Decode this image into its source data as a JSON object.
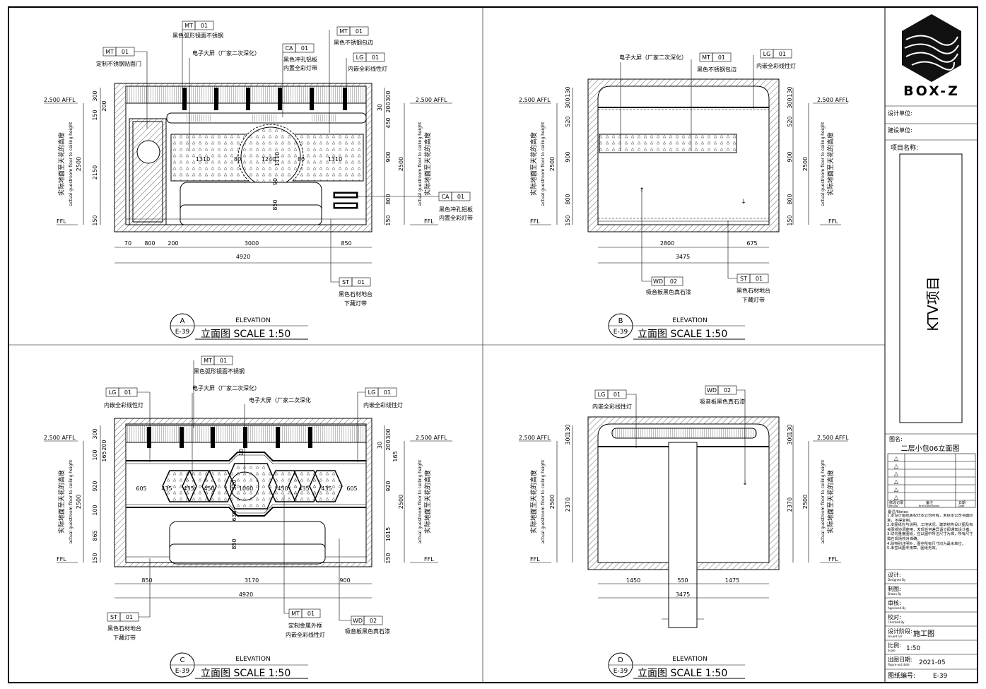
{
  "title_block": {
    "logo_text": "BOX-Z",
    "design_unit_label": "设计单位:",
    "client_label": "建设单位:",
    "project_name_label": "项目名称:",
    "project_name": "KTV项目",
    "drawing_name_label": "图名:",
    "drawing_name": "二层小包06立面图",
    "revision_cols": [
      "修改记录",
      "备注",
      "日期"
    ],
    "revision_cols_en": [
      "Rev.No.",
      "Brief Description",
      "Date"
    ],
    "notes_title": "备注/Notes",
    "notes": [
      "1.本设计图纸版权归本公司所有，未经本公司书面同意，不得复制。",
      "2.本图纸应与说明，工地状况，建筑结构设计图及有关图纸协调使用，发现任何差异请立即通知设计者。",
      "3.切勿量度图纸，应以图中所注尺寸为准，所有尺寸需在现场校对准确。",
      "4.除特别注明外，图中所有尺寸均为毫米单位。",
      "5.未签出图专用章，图纸无效。"
    ],
    "designed_label": "设计:",
    "designed_en": "Designed By",
    "drawn_label": "制图:",
    "drawn_en": "Drawn By",
    "approved_label": "审核:",
    "approved_en": "Approved By",
    "checked_label": "校对:",
    "checked_en": "Checked By",
    "stage_label": "设计阶段:",
    "stage_en": "Issued For",
    "stage_value": "施工图",
    "scale_label": "比例:",
    "scale_en": "Scale",
    "scale_value": "1:50",
    "date_label": "出图日期:",
    "date_en": "Figure-out date",
    "date_value": "2021-05",
    "sheet_no_label": "图纸编号:",
    "sheet_no_value": "E-39"
  },
  "common": {
    "afl": "2.500 AFFL",
    "ffl": "FFL",
    "side_cn": "实际地面至天花的高度",
    "side_en": "actual guestroom floor to ceiling height",
    "elev_word": "ELEVATION",
    "elev_caption": "立面图  SCALE 1:50",
    "sheet_ref": "E-39"
  },
  "panels": {
    "A": {
      "letter": "A",
      "tags": [
        {
          "code": "MT",
          "num": "01",
          "text": "黑色弧形镜面不锈钢"
        },
        {
          "code": "MT",
          "num": "01",
          "text": "定制不锈钢贴面门"
        },
        {
          "code": "CA",
          "num": "01",
          "text": "黑色冲孔铝板",
          "text2": "内置全彩灯带"
        },
        {
          "code": "MT",
          "num": "01",
          "text": "黑色不锈钢包边"
        },
        {
          "code": "LG",
          "num": "01",
          "text": "内嵌全彩线性灯"
        },
        {
          "code": "CA",
          "num": "01",
          "text": "黑色冲孔铝板",
          "text2": "内置全彩灯带"
        },
        {
          "code": "ST",
          "num": "01",
          "text": "黑色石材地台",
          "text2": "下藏灯带"
        }
      ],
      "screen_note": "电子大屏（厂家二次深化）",
      "left_dims": [
        "300",
        "150",
        "2150",
        "150"
      ],
      "left_total": "2500",
      "left_small": "200",
      "right_dims": [
        "300",
        "200",
        "450",
        "900",
        "800",
        "150"
      ],
      "right_small": "30",
      "right_total": "2500",
      "bottom_dims": [
        "70",
        "800",
        "200",
        "3000",
        "850"
      ],
      "bottom_total": "4920",
      "inner_dims": [
        "1310",
        "80",
        "1240",
        "80",
        "1310",
        "1110",
        "850",
        "90"
      ]
    },
    "B": {
      "letter": "B",
      "tags": [
        {
          "code": "MT",
          "num": "01",
          "text": "黑色不锈钢包边"
        },
        {
          "code": "LG",
          "num": "01",
          "text": "内嵌全彩线性灯"
        },
        {
          "code": "WD",
          "num": "02",
          "text": "吸音板黑色真石漆"
        },
        {
          "code": "ST",
          "num": "01",
          "text": "黑色石材地台",
          "text2": "下藏灯带"
        }
      ],
      "screen_note": "电子大屏（厂家二次深化）",
      "left_dims": [
        "130",
        "300",
        "520",
        "900",
        "800",
        "150"
      ],
      "left_total": "2500",
      "right_dims": [
        "130",
        "300",
        "520",
        "900",
        "800",
        "150"
      ],
      "right_total": "2500",
      "bottom_dims": [
        "2800",
        "675"
      ],
      "bottom_total": "3475"
    },
    "C": {
      "letter": "C",
      "tags": [
        {
          "code": "MT",
          "num": "01",
          "text": "黑色弧形镜面不锈钢"
        },
        {
          "code": "LG",
          "num": "01",
          "text": "内嵌全彩线性灯"
        },
        {
          "code": "LG",
          "num": "01",
          "text": "内嵌全彩线性灯"
        },
        {
          "code": "ST",
          "num": "01",
          "text": "黑色石材地台",
          "text2": "下藏灯带"
        },
        {
          "code": "MT",
          "num": "01",
          "text": "定制金属外框",
          "text2": "内嵌全彩线性灯"
        },
        {
          "code": "WD",
          "num": "02",
          "text": "吸音板黑色真石漆"
        }
      ],
      "screen_note": "电子大屏（厂家二次深化）",
      "screen_note2": "电子大屏（厂家二次深化",
      "left_dims": [
        "300",
        "100",
        "165",
        "920",
        "100",
        "865",
        "150"
      ],
      "left_small": "200",
      "left_total": "2500",
      "right_dims": [
        "300",
        "200",
        "165",
        "920",
        "1015",
        "150"
      ],
      "right_small": "30",
      "right_total": "2500",
      "bottom_dims": [
        "850",
        "3170",
        "900"
      ],
      "bottom_total": "4920",
      "hex_dims": [
        "605",
        "435",
        "435",
        "450",
        "1060",
        "450",
        "435",
        "435",
        "605"
      ],
      "inner_dims": [
        "850",
        "320",
        "630",
        "10"
      ]
    },
    "D": {
      "letter": "D",
      "tags": [
        {
          "code": "LG",
          "num": "01",
          "text": "内嵌全彩线性灯"
        },
        {
          "code": "WD",
          "num": "02",
          "text": "吸音板黑色真石漆"
        }
      ],
      "left_dims": [
        "130",
        "300",
        "2370"
      ],
      "left_total": "2500",
      "right_dims": [
        "130",
        "300",
        "2370"
      ],
      "right_total": "2500",
      "bottom_dims": [
        "1450",
        "550",
        "1475"
      ],
      "bottom_total": "3475"
    }
  }
}
